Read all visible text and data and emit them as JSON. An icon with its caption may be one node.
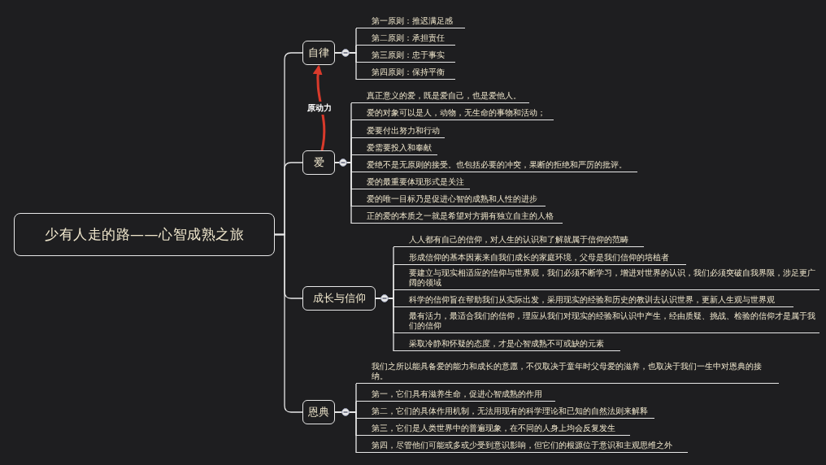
{
  "diagram": {
    "nodes": [
      {
        "text": [
          "少有人走的路——心智成熟之旅"
        ]
      },
      {
        "text": [
          "自律"
        ]
      },
      {
        "text": [
          "第一原则：推迟满足感"
        ]
      },
      {
        "text": [
          "第二原则：承担责任"
        ]
      },
      {
        "text": [
          "第三原则：忠于事实"
        ]
      },
      {
        "text": [
          "第四原则：保持平衡"
        ]
      },
      {
        "text": [
          "爱"
        ]
      },
      {
        "text": [
          "真正意义的爱，既是爱自己，也是爱他人。"
        ]
      },
      {
        "text": [
          "爱的对象可以是人，动物，无生命的事物和活动；"
        ]
      },
      {
        "text": [
          "爱要付出努力和行动"
        ]
      },
      {
        "text": [
          "爱需要投入和奉献"
        ]
      },
      {
        "text": [
          "爱绝不是无原则的接受。也包括必要的冲突，果断的拒绝和严厉的批评。"
        ]
      },
      {
        "text": [
          "爱的最重要体现形式是关注"
        ]
      },
      {
        "text": [
          "爱的唯一目标乃是促进心智的成熟和人性的进步"
        ]
      },
      {
        "text": [
          "正的爱的本质之一就是希望对方拥有独立自主的人格"
        ]
      },
      {
        "text": [
          "成长与信仰"
        ]
      },
      {
        "text": [
          "人人都有自己的信仰，对人生的认识和了解就属于信仰的范畴"
        ]
      },
      {
        "text": [
          "形成信仰的基本因素来自我们成长的家庭环境，父母是我们信仰的培植者"
        ]
      },
      {
        "text": [
          "要建立与现实相适应的信仰与世界观，我们必须不断学习，增进对世界的认识，我们必须突破自我界限，涉足更广阔的领域"
        ]
      },
      {
        "text": [
          "科学的信仰旨在帮助我们从实际出发，采用现实的经验和历史的教训去认识世界，更新人生观与世界观"
        ]
      },
      {
        "text": [
          "最有活力，最适合我们的信仰，理应从我们对现实的经验和认识中产生，经由质疑、挑战、检验的信仰才是属于我们的信仰"
        ]
      },
      {
        "text": [
          "采取冷静和怀疑的态度，才是心智成熟不可或缺的元素"
        ]
      },
      {
        "text": [
          "恩典"
        ]
      },
      {
        "text": [
          "我们之所以能具备爱的能力和成长的意愿，不仅取决于童年时父母爱的滋养，也取决于我们一生中对恩典的接纳。"
        ]
      },
      {
        "text": [
          "第一，它们具有滋养生命，促进心智成熟的作用"
        ]
      },
      {
        "text": [
          "第二，它们的具体作用机制，无法用现有的科学理论和已知的自然法则来解释"
        ]
      },
      {
        "text": [
          "第三，它们是人类世界中的普遍现象，在不同的人身上均会反复发生"
        ]
      },
      {
        "text": [
          "第四，尽管他们可能或多或少受到意识影响，但它们的根源位于意识和主观思维之外"
        ]
      }
    ],
    "edges": [
      {
        "from": 0,
        "to": 1,
        "arrow": "none"
      },
      {
        "from": 0,
        "to": 6,
        "arrow": "none"
      },
      {
        "from": 0,
        "to": 15,
        "arrow": "none"
      },
      {
        "from": 0,
        "to": 22,
        "arrow": "none"
      },
      {
        "from": 1,
        "to": 2,
        "arrow": "none"
      },
      {
        "from": 1,
        "to": 3,
        "arrow": "none"
      },
      {
        "from": 1,
        "to": 4,
        "arrow": "none"
      },
      {
        "from": 1,
        "to": 5,
        "arrow": "none"
      },
      {
        "from": 6,
        "to": 7,
        "arrow": "none"
      },
      {
        "from": 6,
        "to": 8,
        "arrow": "none"
      },
      {
        "from": 6,
        "to": 9,
        "arrow": "none"
      },
      {
        "from": 6,
        "to": 10,
        "arrow": "none"
      },
      {
        "from": 6,
        "to": 11,
        "arrow": "none"
      },
      {
        "from": 6,
        "to": 12,
        "arrow": "none"
      },
      {
        "from": 6,
        "to": 13,
        "arrow": "none"
      },
      {
        "from": 6,
        "to": 14,
        "arrow": "none"
      },
      {
        "from": 15,
        "to": 16,
        "arrow": "none"
      },
      {
        "from": 15,
        "to": 17,
        "arrow": "none"
      },
      {
        "from": 15,
        "to": 18,
        "arrow": "none"
      },
      {
        "from": 15,
        "to": 19,
        "arrow": "none"
      },
      {
        "from": 15,
        "to": 20,
        "arrow": "none"
      },
      {
        "from": 15,
        "to": 21,
        "arrow": "none"
      },
      {
        "from": 22,
        "to": 23,
        "arrow": "none"
      },
      {
        "from": 22,
        "to": 24,
        "arrow": "none"
      },
      {
        "from": 22,
        "to": 25,
        "arrow": "none"
      },
      {
        "from": 22,
        "to": 26,
        "arrow": "none"
      },
      {
        "from": 22,
        "to": 27,
        "arrow": "none"
      },
      {
        "from": 6,
        "to": 1,
        "arrow": "to",
        "label": "原动力",
        "style": "thick",
        "color": "#d93a2b"
      }
    ]
  }
}
